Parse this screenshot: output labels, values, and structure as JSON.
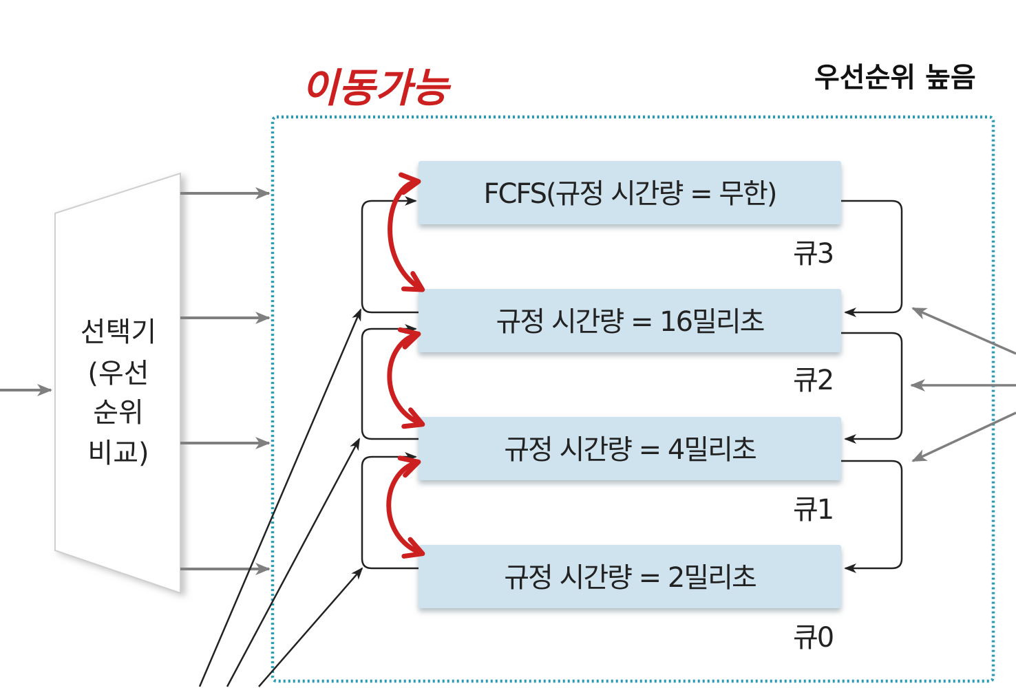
{
  "annotation": {
    "movable_label": "이동가능",
    "color": "#cc1f1f"
  },
  "priority_label": "우선순위 높음",
  "selector": {
    "lines": [
      "선택기",
      "(우선",
      "순위",
      "비교)"
    ]
  },
  "queues": [
    {
      "text": "FCFS(규정 시간량 = 무한)",
      "label": "큐3"
    },
    {
      "text": "규정 시간량 = 16밀리초",
      "label": "큐2"
    },
    {
      "text": "규정 시간량 = 4밀리초",
      "label": "큐1"
    },
    {
      "text": "규정 시간량 = 2밀리초",
      "label": "큐0"
    }
  ],
  "colors": {
    "queue_box": "#cfe3ee",
    "dotted_border": "#2a9bb3",
    "arrow_gray": "#808080",
    "line_dark": "#222222"
  }
}
